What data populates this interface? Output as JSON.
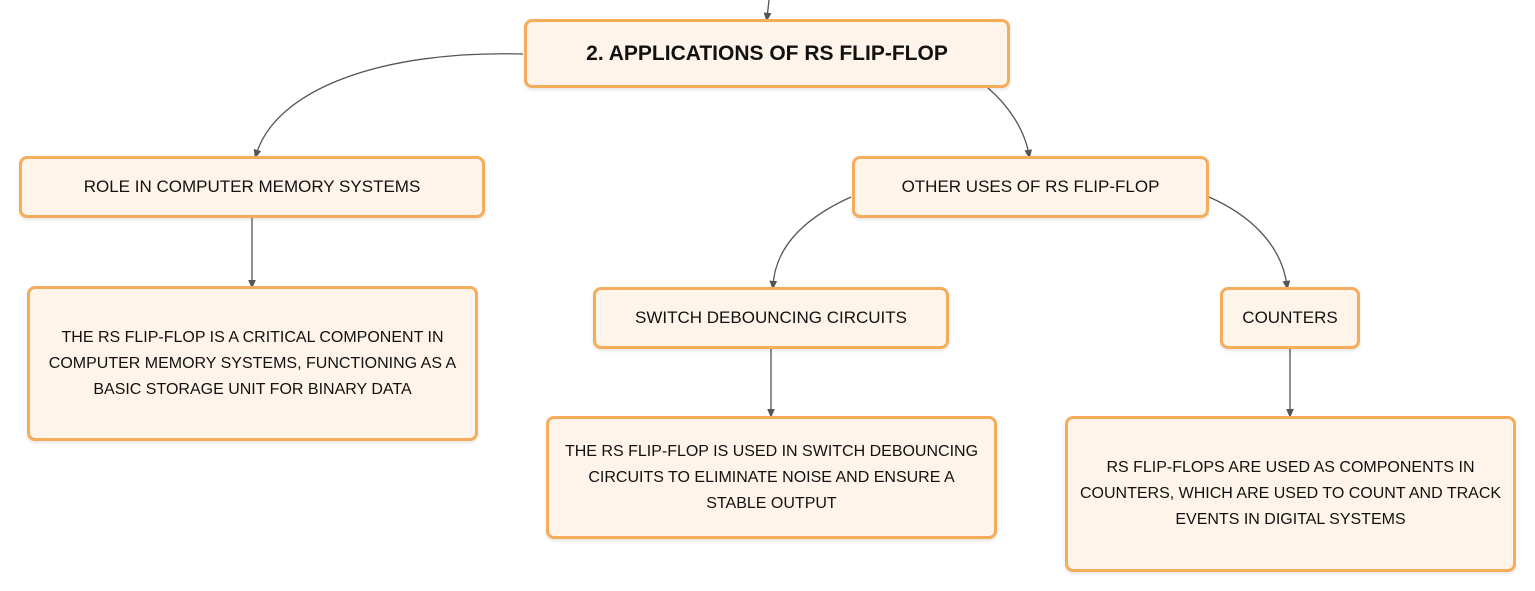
{
  "diagram": {
    "colors": {
      "node_fill": "#fef4ea",
      "node_border": "#f5ac5b",
      "connector": "#555555",
      "text": "#111111"
    },
    "root": {
      "label": "2. APPLICATIONS OF RS FLIP-FLOP"
    },
    "memory_role": {
      "label": "ROLE IN COMPUTER MEMORY SYSTEMS",
      "detail": "THE RS FLIP-FLOP IS A CRITICAL COMPONENT IN COMPUTER MEMORY SYSTEMS, FUNCTIONING AS A BASIC STORAGE UNIT FOR BINARY DATA"
    },
    "other_uses": {
      "label": "OTHER USES OF RS FLIP-FLOP",
      "debouncing": {
        "label": "SWITCH DEBOUNCING CIRCUITS",
        "detail": "THE RS FLIP-FLOP IS USED IN SWITCH DEBOUNCING CIRCUITS TO ELIMINATE NOISE AND ENSURE A STABLE OUTPUT"
      },
      "counters": {
        "label": "COUNTERS",
        "detail": "RS FLIP-FLOPS ARE USED AS COMPONENTS IN COUNTERS, WHICH ARE USED TO COUNT AND TRACK EVENTS IN DIGITAL SYSTEMS"
      }
    }
  }
}
